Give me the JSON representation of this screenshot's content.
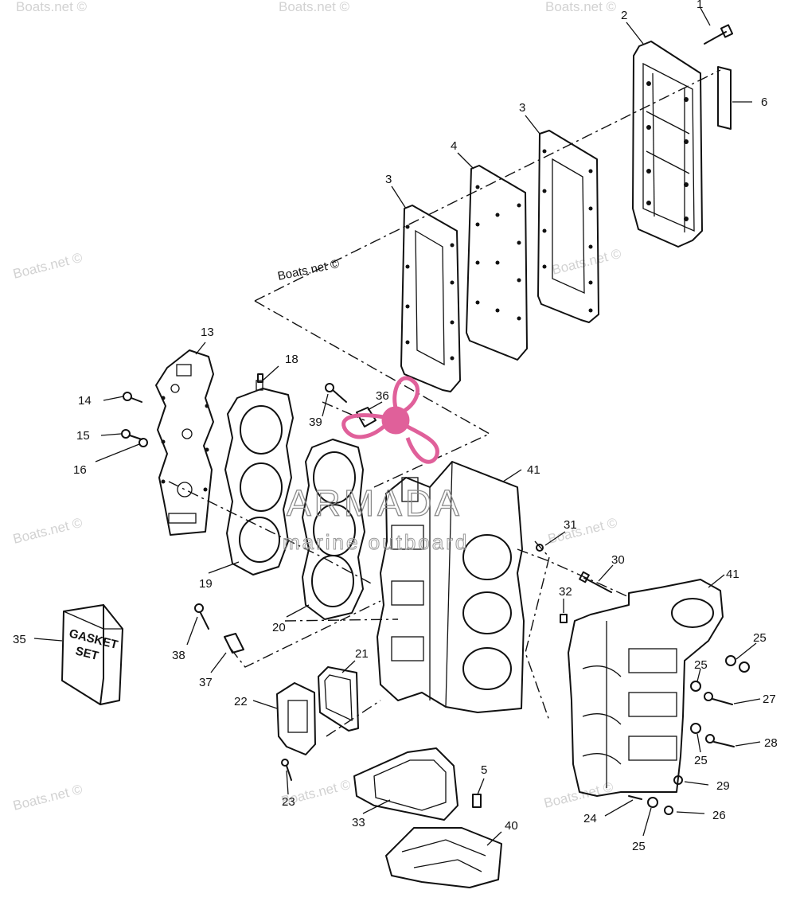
{
  "callouts": [
    "1",
    "2",
    "3",
    "3",
    "4",
    "5",
    "6",
    "13",
    "14",
    "15",
    "16",
    "18",
    "19",
    "20",
    "21",
    "22",
    "23",
    "24",
    "25",
    "25",
    "25",
    "25",
    "26",
    "27",
    "28",
    "29",
    "30",
    "31",
    "32",
    "33",
    "35",
    "36",
    "37",
    "38",
    "39",
    "40",
    "41",
    "41"
  ],
  "gasket_box": {
    "line1": "GASKET",
    "line2": "SET"
  },
  "watermarks": {
    "site": "Boats.net ©",
    "brand_name": "ARMADA",
    "brand_sub": "marine outboard",
    "brand_color": "#e0609a"
  }
}
